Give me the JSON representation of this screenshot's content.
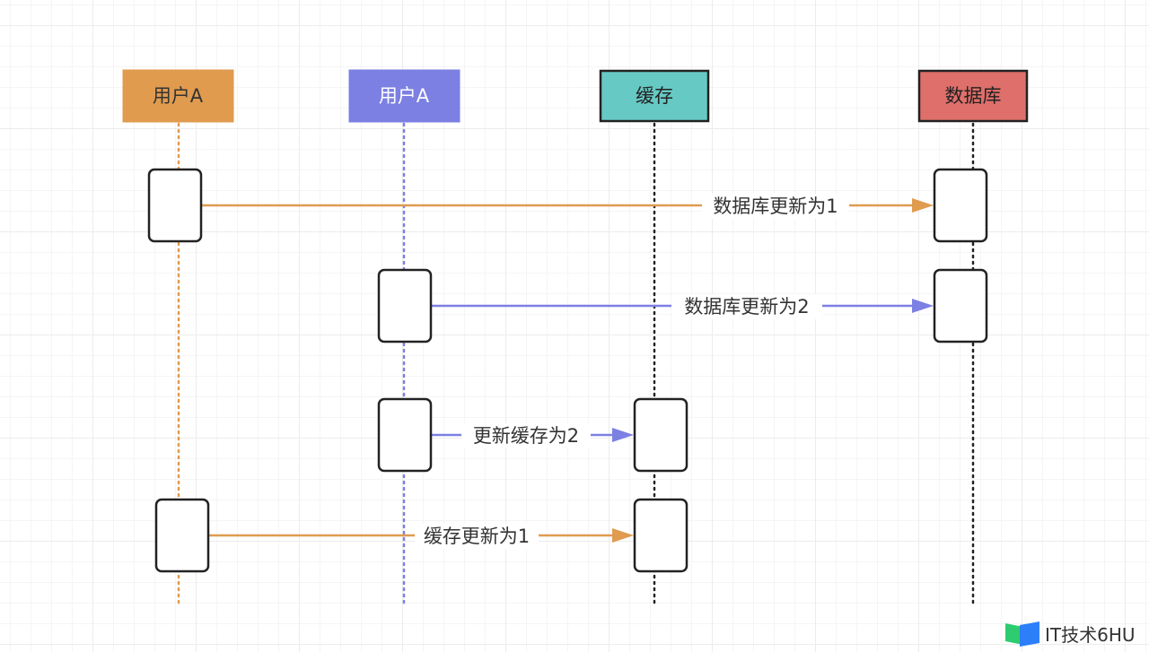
{
  "participants": [
    {
      "id": "userA1",
      "label": "用户A",
      "fill": "#E09B4F",
      "stroke": "#E09B4F",
      "line_color": "#E09B4F",
      "text_color": "#333333"
    },
    {
      "id": "userA2",
      "label": "用户A",
      "fill": "#7C80E3",
      "stroke": "#7C80E3",
      "line_color": "#7C80E3",
      "text_color": "#ffffff"
    },
    {
      "id": "cache",
      "label": "缓存",
      "fill": "#67C9C4",
      "stroke": "#222222",
      "line_color": "#222222",
      "text_color": "#222222"
    },
    {
      "id": "db",
      "label": "数据库",
      "fill": "#DE6F6A",
      "stroke": "#222222",
      "line_color": "#222222",
      "text_color": "#222222"
    }
  ],
  "messages": [
    {
      "label": "数据库更新为1",
      "from": "userA1",
      "to": "db",
      "color": "#E09B4F"
    },
    {
      "label": "数据库更新为2",
      "from": "userA2",
      "to": "db",
      "color": "#7C80E3"
    },
    {
      "label": "更新缓存为2",
      "from": "userA2",
      "to": "cache",
      "color": "#7C80E3"
    },
    {
      "label": "缓存更新为1",
      "from": "userA1",
      "to": "cache",
      "color": "#E09B4F"
    }
  ],
  "watermark": {
    "text": "IT技术6HU",
    "logo_colors": [
      "#2ECC71",
      "#2D7FF9"
    ]
  }
}
